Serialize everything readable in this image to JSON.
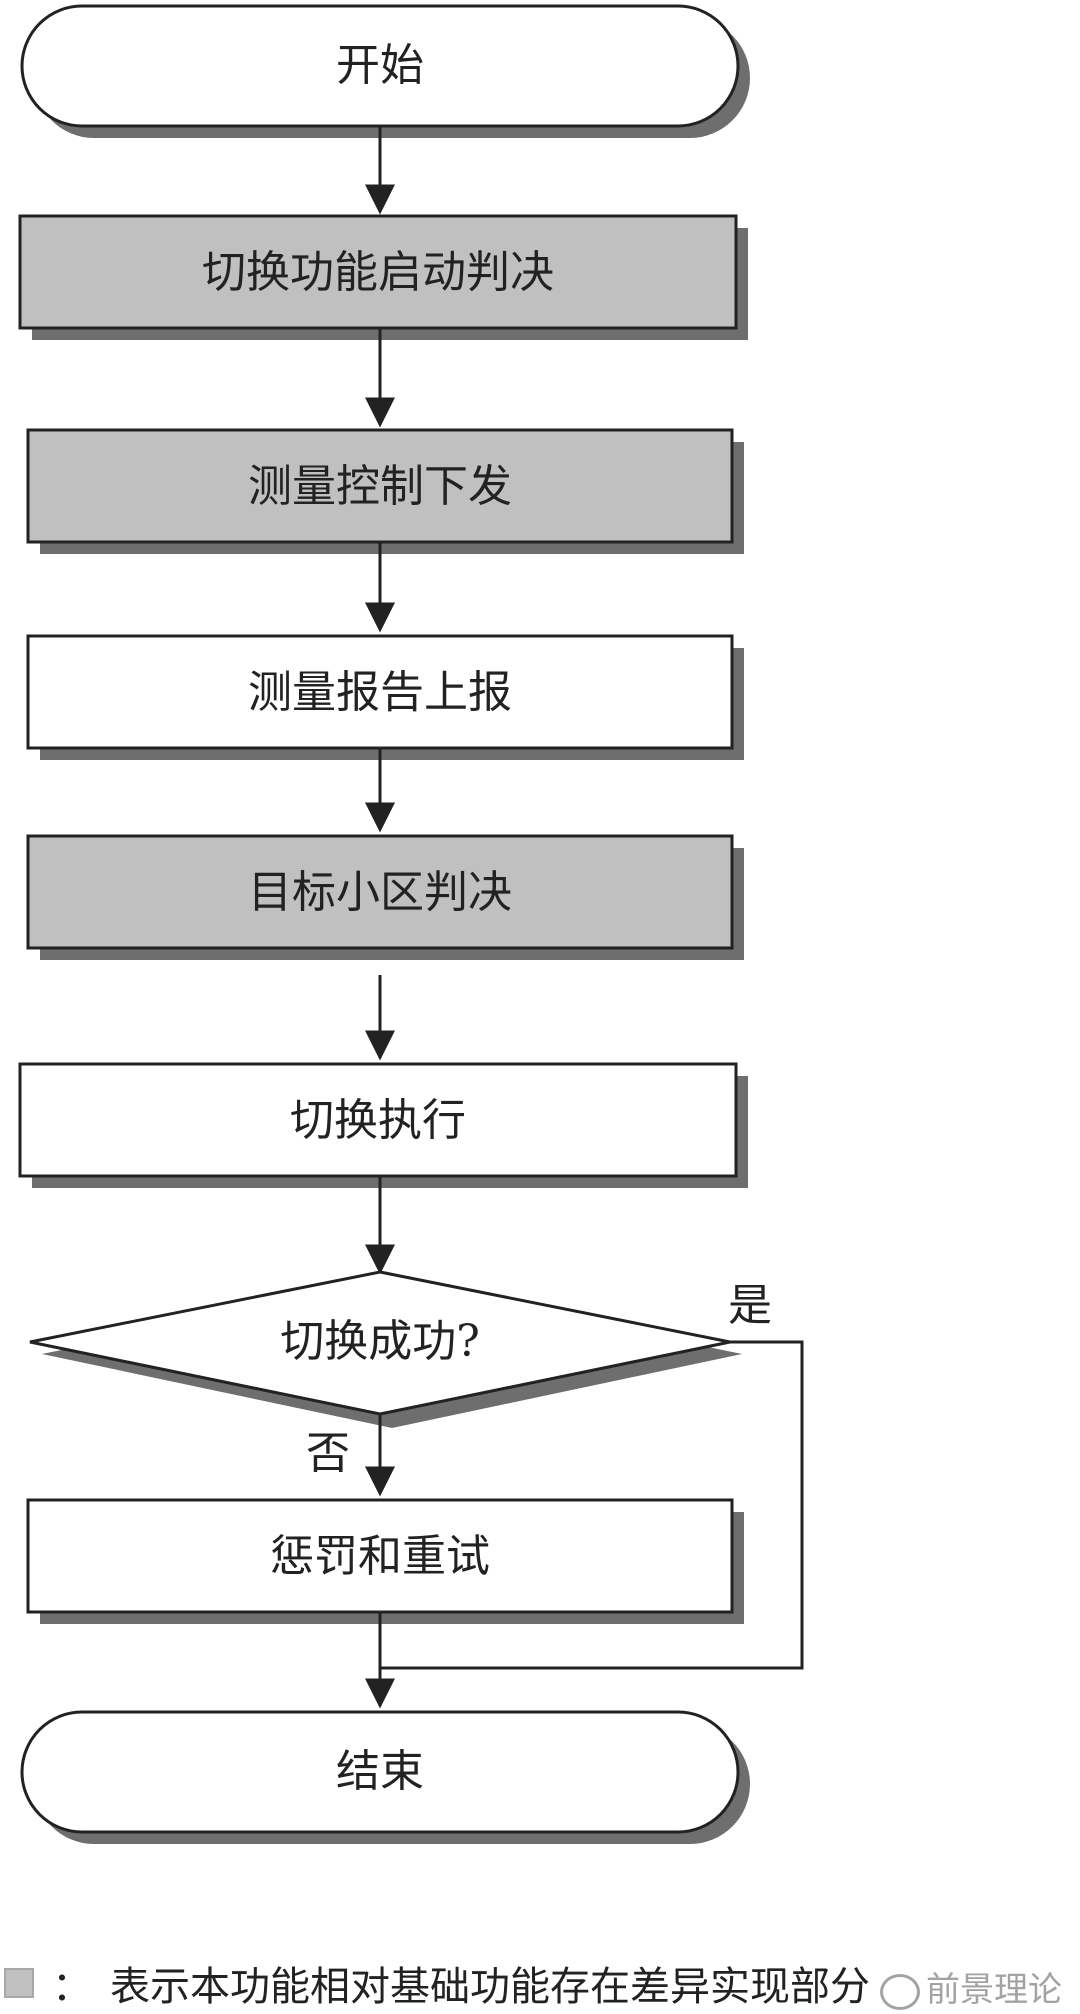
{
  "flowchart": {
    "start": "开始",
    "steps": [
      {
        "id": "handover-trigger",
        "label": "切换功能启动判决",
        "differs": true
      },
      {
        "id": "measure-control",
        "label": "测量控制下发",
        "differs": true
      },
      {
        "id": "measure-report",
        "label": "测量报告上报",
        "differs": false
      },
      {
        "id": "target-cell",
        "label": "目标小区判决",
        "differs": true
      },
      {
        "id": "handover-exec",
        "label": "切换执行",
        "differs": false
      }
    ],
    "decision": "切换成功?",
    "yes_label": "是",
    "no_label": "否",
    "penalty": "惩罚和重试",
    "end": "结束"
  },
  "legend": {
    "colon": "：",
    "text": "表示本功能相对基础功能存在差异实现部分"
  },
  "watermark": {
    "text": "前景理论",
    "icon": "wechat-icon"
  },
  "colors": {
    "shaded_box": "#c0c0c0",
    "plain_box": "#ffffff",
    "shadow": "#6e6e6e",
    "line": "#222222"
  }
}
